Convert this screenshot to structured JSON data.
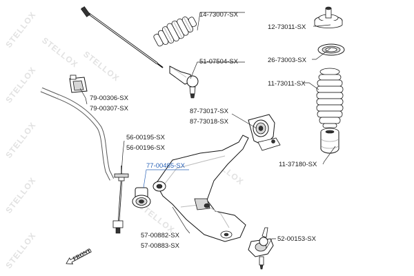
{
  "watermark": {
    "text": "STELLOX",
    "color": "#e0e0e0"
  },
  "front_marker": {
    "label": "FRONT",
    "icon": "arrow-icon"
  },
  "accent_color": "#2a63b8",
  "part_numbers": {
    "boot_steering": "14-73007-SX",
    "tie_rod_end": "51-07504-SX",
    "stabilizer_bushing_a": "79-00306-SX",
    "stabilizer_bushing_b": "79-00307-SX",
    "strut_mount": "12-73011-SX",
    "strut_bearing": "26-73003-SX",
    "strut_boot": "11-73011-SX",
    "arm_bushing_rear_a": "87-73017-SX",
    "arm_bushing_rear_b": "87-73018-SX",
    "stabilizer_link_a": "56-00195-SX",
    "stabilizer_link_b": "56-00196-SX",
    "bump_stop": "11-37180-SX",
    "arm_bushing_front": "77-00485-SX",
    "control_arm_a": "57-00882-SX",
    "control_arm_b": "57-00883-SX",
    "ball_joint": "52-00153-SX"
  }
}
